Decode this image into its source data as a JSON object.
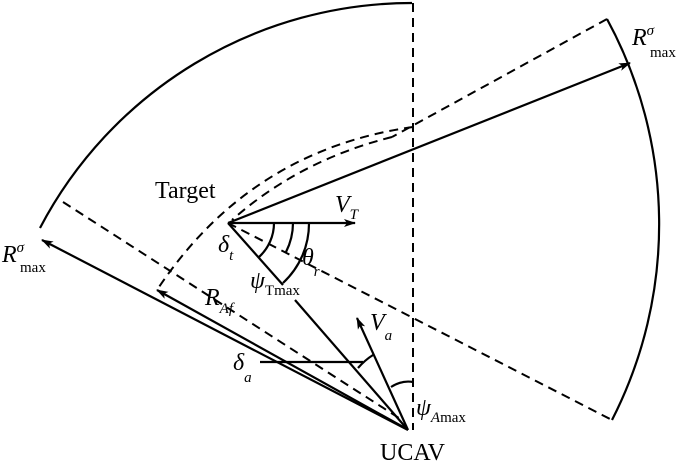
{
  "labels": {
    "target": "Target",
    "ucav": "UCAV",
    "v_t": {
      "main": "V",
      "sub": "T"
    },
    "v_a": {
      "main": "V",
      "sub": "a"
    },
    "delta_t": {
      "main": "δ",
      "sub": "t"
    },
    "delta_a": {
      "main": "δ",
      "sub": "a"
    },
    "theta_r": {
      "main": "θ",
      "sub": "r"
    },
    "psi_tmax": {
      "main": "ψ",
      "sub": "Tmax",
      "sub_it": "T",
      "sub_rest": "max"
    },
    "psi_amax": {
      "main": "ψ",
      "sub_it": "A",
      "sub_rest": "max"
    },
    "r_af": {
      "main": "R",
      "sub": "Af"
    },
    "r_max_left": {
      "main": "R",
      "sup": "σ",
      "sub": "max"
    },
    "r_max_right": {
      "main": "R",
      "sup": "σ",
      "sub": "max"
    }
  }
}
